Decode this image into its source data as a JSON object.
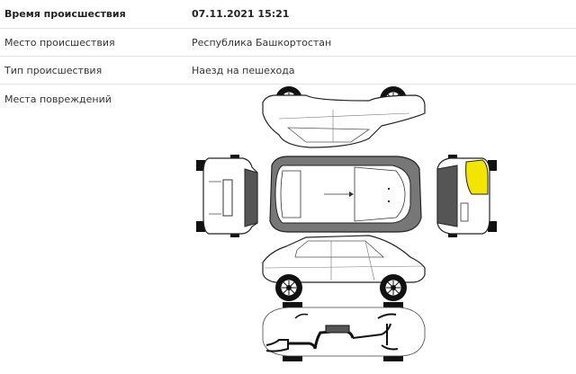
{
  "rows": [
    {
      "label": "Время происшествия",
      "value": "07.11.2021 15:21"
    },
    {
      "label": "Место происшествия",
      "value": "Республика Башкортостан"
    },
    {
      "label": "Тип происшествия",
      "value": "Наезд на пешехода"
    },
    {
      "label": "Места повреждений",
      "value": ""
    }
  ],
  "damage_diagram": {
    "views": [
      "side-left",
      "front",
      "top",
      "rear",
      "side-right",
      "underbody"
    ],
    "highlight_color": "#f2e600",
    "damaged_zones": [
      "rear-right-corner"
    ]
  }
}
